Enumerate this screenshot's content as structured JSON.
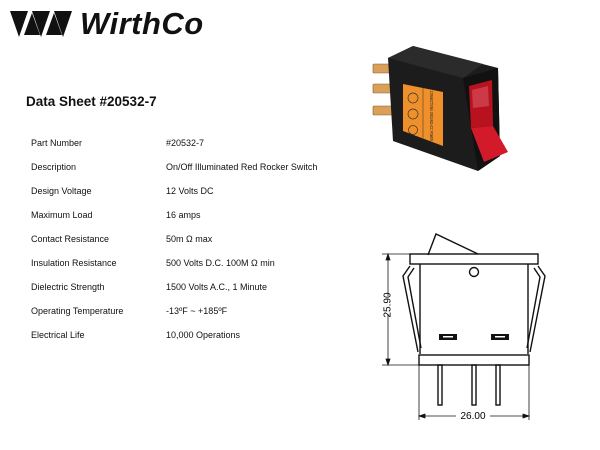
{
  "brand": {
    "name": "WirthCo"
  },
  "document": {
    "title": "Data Sheet #20532-7"
  },
  "specs": [
    {
      "label": "Part Number",
      "value": "#20532-7"
    },
    {
      "label": "Description",
      "value": "On/Off Illuminated Red Rocker Switch"
    },
    {
      "label": "Design Voltage",
      "value": "12 Volts DC"
    },
    {
      "label": "Maximum  Load",
      "value": "16 amps"
    },
    {
      "label": "Contact Resistance",
      "value": "50m  Ω max"
    },
    {
      "label": "Insulation Resistance",
      "value": "500 Volts D.C. 100M Ω min"
    },
    {
      "label": "Dielectric Strength",
      "value": "1500 Volts A.C., 1 Minute"
    },
    {
      "label": "Operating Temperature",
      "value": "-13ºF ~ +185ºF"
    },
    {
      "label": "Electrical Life",
      "value": "10,000 Operations"
    }
  ],
  "product_photo": {
    "label_text": "CONNECTIONS GROUND ACC POWER",
    "colors": {
      "housing": "#1a1a1a",
      "rocker": "#c0182a",
      "label": "#f0902a",
      "terminals": "#d9a05a"
    }
  },
  "drawing": {
    "height_dim": "25.90",
    "width_dim": "26.00"
  }
}
